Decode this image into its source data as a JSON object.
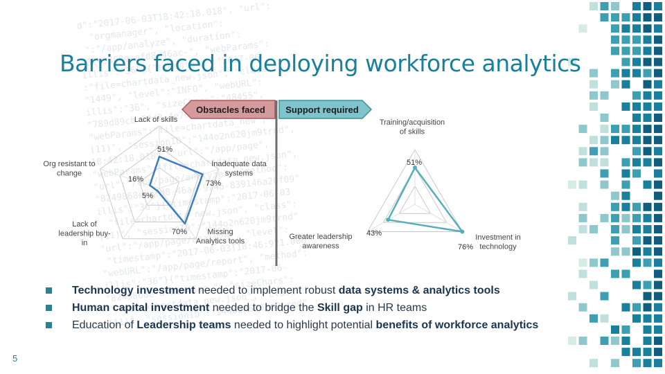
{
  "slide": {
    "title": "Barriers faced in deploying workforce analytics",
    "page_number": "5",
    "colors": {
      "accent": "#1a7f9c",
      "obstacle_tab": "#d49a9c",
      "support_tab": "#7fc3cc",
      "obstacle_series": "#3a7dbf",
      "support_series": "#57aebb",
      "divider": "#6d6d6d"
    }
  },
  "tabs": {
    "obstacles": "Obstacles faced",
    "support": "Support required"
  },
  "background_code": [
    "d\":\"2017-06-03T18:42:18.018\", \"url\":",
    "  \"orgmanager\", \"location\":",
    " \":\"/app/analyze\", \"duration\":",
    "\"8249868e-afd8-46ac-\", \"webParams\":",
    "illis\":\"36\"}{\"timestamp\":\"2017-06-",
    ":\"file=chartdata_new.json\", \"class\":",
    "\"1449\", \"level\":\"INFO\", \"webURL\":",
    "illis\":\"36\", \"sizeChars\":\"48455\",",
    "\"789d89cb-7fd8-4e7d-8047-498454985d\",",
    "\"webParams\":\"file=chartdata_new\",",
    "(11)\", \"sessionID\":\"144o2n620jm9trnd\",",
    "18:42:18.018\", \"url\":\"/app/page\",",
    "\"webParams\":\"file=chartdata_new.json\",",
    "\"url\":\"/app/page/analyze\", \"method\":",
    "\"8249868e-afd8-46ac-9745-839146a20f09\"",
    "illis\":\"36\"}{\"timestamp\":\"2017-06-03",
    "  \"file=chartdata_new.json\", \"class\":",
    "(11)\", \"sessionID\":\"144o2n620jm9trnd\"",
    "\"url\":\"/app/page/analyze\", \"level\":",
    " \"timestamp\":\"2017-06-03T18:46:921.000\"",
    "\"webURL\":\"/app/page/report\", \"method\":",
    "illis\":\"36\"}{\"timestamp\":\"2017-06-",
    "\"8249868e-afd8-46ac-\", \"sizeChars\":",
    "  \"file=chartdata_new.json\", \"class\":",
    "(11)\", \"sessionID\":\"144o2n620jm9trnd\""
  ],
  "chart_data": [
    {
      "type": "radar",
      "title": "Obstacles faced",
      "axes": [
        "Lack of skills",
        "Inadequate data systems",
        "Missing Analytics tools",
        "Lack of leadership buy-in",
        "Org resistant to change"
      ],
      "axis_label_lines": [
        [
          "Lack of skills"
        ],
        [
          "Inadequate data",
          "systems"
        ],
        [
          "Missing",
          "Analytics tools"
        ],
        [
          "Lack of",
          "leadership buy-",
          "in"
        ],
        [
          "Org resistant to",
          "change"
        ]
      ],
      "values": [
        51,
        73,
        70,
        5,
        16
      ],
      "value_labels": [
        "51%",
        "73%",
        "70%",
        "5%",
        "16%"
      ],
      "rmax": 100,
      "grid_rings": 3
    },
    {
      "type": "radar",
      "title": "Support required",
      "axes": [
        "Training/acquisition of skills",
        "Investment in technology",
        "Greater leadership awareness"
      ],
      "axis_label_lines": [
        [
          "Training/acquisition",
          "of skills"
        ],
        [
          "Investment in",
          "technology"
        ],
        [
          "Greater leadership",
          "awareness"
        ]
      ],
      "values": [
        51,
        76,
        43
      ],
      "value_labels": [
        "51%",
        "76%",
        "43%"
      ],
      "rmax": 76,
      "grid_rings": 3
    }
  ],
  "bullets": [
    [
      {
        "t": "Technology investment",
        "b": true
      },
      {
        "t": " needed to implement robust ",
        "b": false
      },
      {
        "t": "data systems & analytics tools",
        "b": true
      }
    ],
    [
      {
        "t": "Human capital investment",
        "b": true
      },
      {
        "t": " needed to bridge the ",
        "b": false
      },
      {
        "t": "Skill gap",
        "b": true
      },
      {
        "t": " in HR teams",
        "b": false
      }
    ],
    [
      {
        "t": "Education of ",
        "b": false
      },
      {
        "t": "Leadership teams",
        "b": true
      },
      {
        "t": " needed to highlight potential ",
        "b": false
      },
      {
        "t": "benefits of workforce analytics",
        "b": true
      }
    ]
  ]
}
